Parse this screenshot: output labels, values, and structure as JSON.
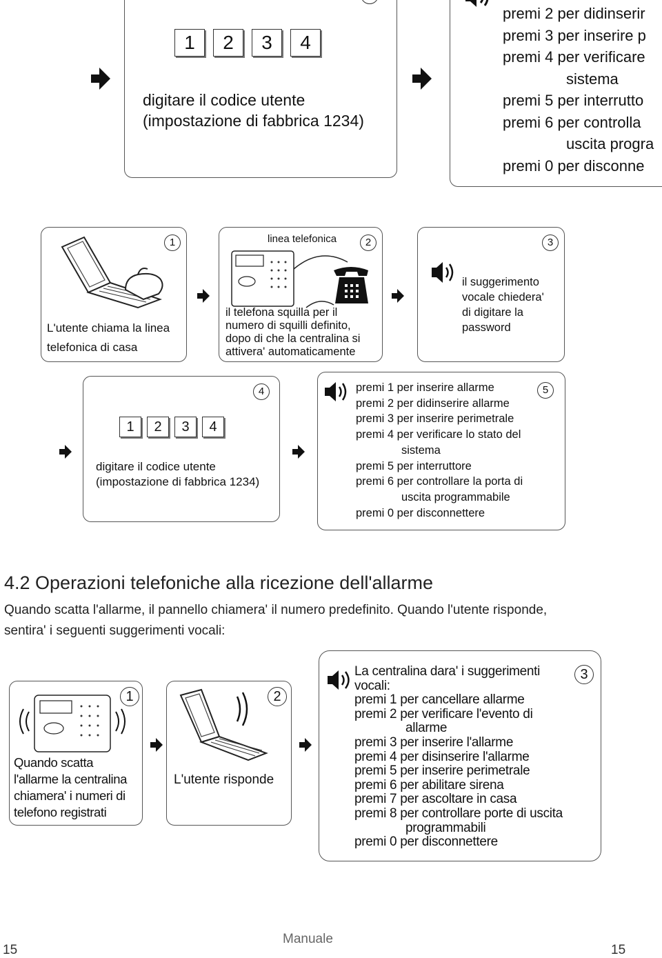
{
  "top_cut": {
    "panel4": {
      "keys": [
        "1",
        "2",
        "3",
        "4"
      ],
      "caption_lines": [
        "digitare il codice utente",
        "(impostazione di fabbrica 1234)"
      ]
    },
    "panel5": {
      "lines": [
        "premi 2 per didinserir",
        "premi 3 per inserire p",
        "premi 4 per verificare",
        "sistema",
        "premi 5 per interrutto",
        "premi 6 per controlla",
        "uscita progra",
        "premi 0 per disconne"
      ]
    }
  },
  "flow1": {
    "panel1": {
      "number": "1",
      "caption_lines": [
        "L'utente chiama la linea",
        "telefonica di casa"
      ]
    },
    "panel2": {
      "number": "2",
      "label": "linea telefonica",
      "caption_lines": [
        "il telefona squilla per il",
        "numero di squilli definito,",
        "dopo di che la centralina si",
        "attivera' automaticamente"
      ]
    },
    "panel3": {
      "number": "3",
      "caption_lines": [
        "il suggerimento",
        "vocale chiedera'",
        "di digitare la",
        "password"
      ]
    },
    "panel4": {
      "number": "4",
      "keys": [
        "1",
        "2",
        "3",
        "4"
      ],
      "caption_lines": [
        "digitare il codice utente",
        "(impostazione di fabbrica 1234)"
      ]
    },
    "panel5": {
      "number": "5",
      "lines": [
        "premi 1 per inserire allarme",
        "premi 2 per didinserire allarme",
        "premi 3 per inserire perimetrale",
        "premi 4 per verificare lo stato del",
        "sistema",
        "premi 5 per interruttore",
        "premi 6 per controllare la porta di",
        "uscita programmabile",
        "premi 0 per disconnettere"
      ]
    }
  },
  "section": {
    "title": "4.2 Operazioni telefoniche alla ricezione dell'allarme",
    "paragraph": "Quando scatta l'allarme, il pannello chiamera' il numero predefinito. Quando l'utente risponde, sentira' i seguenti suggerimenti vocali:"
  },
  "flow2": {
    "panel1": {
      "number": "1",
      "caption_lines": [
        "Quando scatta",
        "l'allarme la centralina",
        "chiamera' i numeri di",
        "telefono registrati"
      ]
    },
    "panel2": {
      "number": "2",
      "caption": "L'utente risponde"
    },
    "panel3": {
      "number": "3",
      "lines": [
        "La centralina dara' i suggerimenti",
        "vocali:",
        "premi 1 per cancellare allarme",
        "premi 2 per verificare l'evento di",
        "allarme",
        "premi 3 per inserire l'allarme",
        "premi 4 per disinserire l'allarme",
        "premi 5 per inserire perimetrale",
        "premi 6 per abilitare sirena",
        "premi 7 per ascoltare in casa",
        "premi 8 per controllare porte di uscita",
        "programmabili",
        "premi 0 per disconnettere"
      ]
    }
  },
  "footer": {
    "page_left": "15",
    "center": "Manuale",
    "page_right": "15"
  }
}
